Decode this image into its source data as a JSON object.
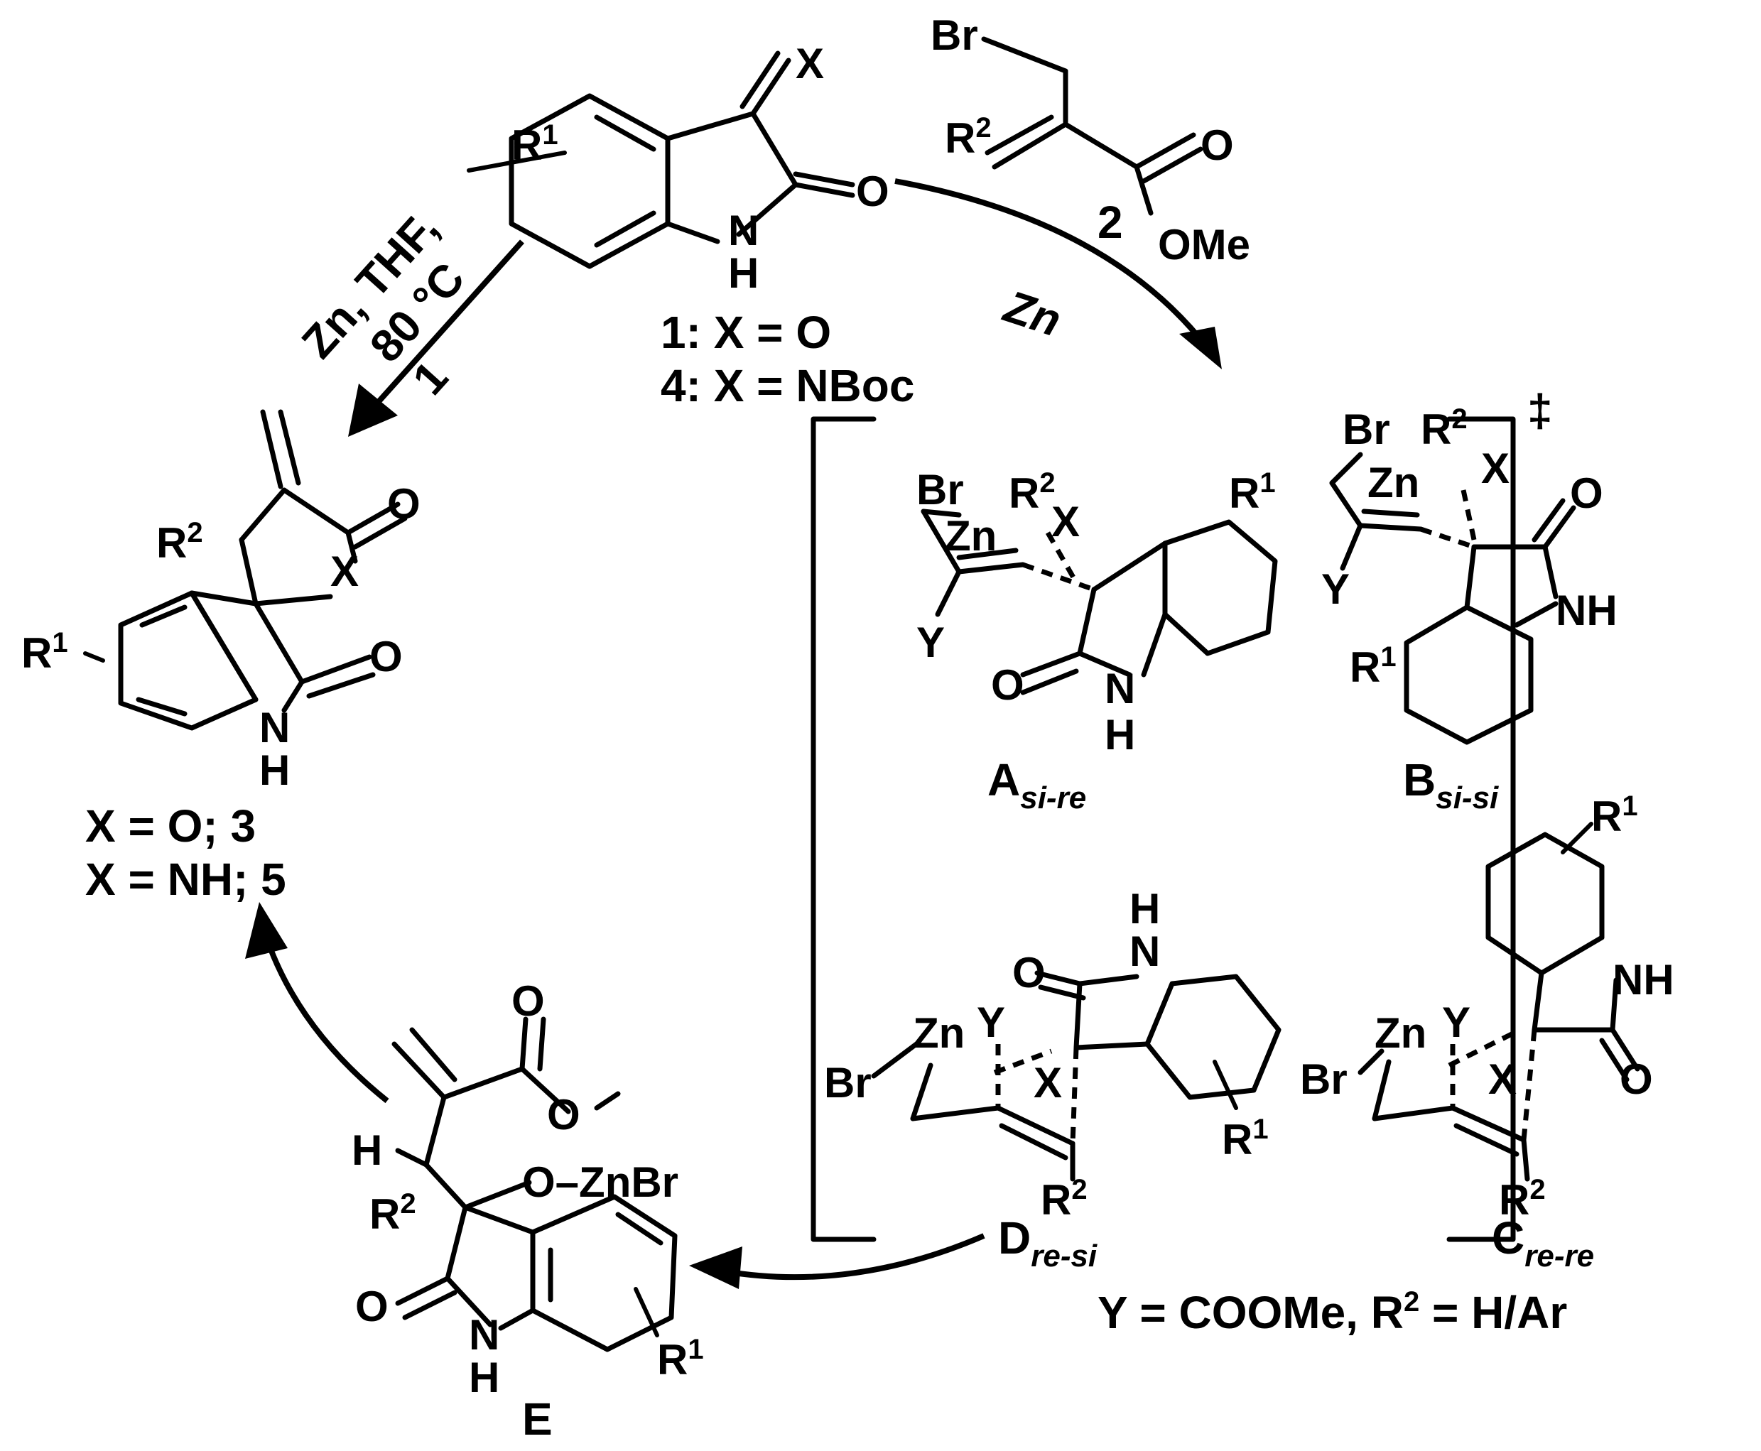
{
  "labels": {
    "top_X": "X",
    "top_R1": "R",
    "top_R1_sup": "1",
    "top_O": "O",
    "top_NH_N": "N",
    "top_NH_H": "H",
    "cmpd1": "1: X = O",
    "cmpd4": "4: X = NBoc",
    "br_top": "Br",
    "r2_top": "R",
    "r2_top_sup": "2",
    "o_top": "O",
    "ome": "OMe",
    "num2": "2",
    "zn_arrow": "Zn",
    "cond1": "Zn, THF,",
    "cond2": "80 °C",
    "cond_num": "1",
    "dagger": "‡",
    "A_Br": "Br",
    "A_Zn": "Zn",
    "A_R": "R",
    "A_R_sup": "2",
    "A_X": "X",
    "A_Y": "Y",
    "A_O": "O",
    "A_N": "N",
    "A_H": "H",
    "A_R1": "R",
    "A_R1_sup": "1",
    "A_lab": "A",
    "A_sub": "si-re",
    "B_Br": "Br",
    "B_Zn": "Zn",
    "B_R": "R",
    "B_R_sup": "2",
    "B_X": "X",
    "B_Y": "Y",
    "B_O": "O",
    "B_NH": "NH",
    "B_R1": "R",
    "B_R1_sup": "1",
    "B_lab": "B",
    "B_sub": "si-si",
    "D_Br": "Br",
    "D_Zn": "Zn",
    "D_Y": "Y",
    "D_X": "X",
    "D_O": "O",
    "D_N": "N",
    "D_H": "H",
    "D_R1": "R",
    "D_R1_sup": "1",
    "D_R2": "R",
    "D_R2_sup": "2",
    "D_lab": "D",
    "D_sub": "re-si",
    "C_Br": "Br",
    "C_Zn": "Zn",
    "C_Y": "Y",
    "C_X": "X",
    "C_O": "O",
    "C_NH": "NH",
    "C_R1": "R",
    "C_R1_sup": "1",
    "C_R2": "R",
    "C_R2_sup": "2",
    "C_lab": "C",
    "C_sub": "re-re",
    "legend": "Y = COOMe, R",
    "legend_sup": "2",
    "legend_end": " = H/Ar",
    "P_O1": "O",
    "P_R2": "R",
    "P_R2_sup": "2",
    "P_X": "X",
    "P_R1": "R",
    "P_R1_sup": "1",
    "P_O2": "O",
    "P_N": "N",
    "P_H": "H",
    "prod3": "X = O;   3",
    "prod5": "X = NH;  5",
    "E_O_est": "O",
    "E_O_me": "O",
    "E_H": "H",
    "E_R2": "R",
    "E_R2_sup": "2",
    "E_OZnBr": "O–ZnBr",
    "E_O": "O",
    "E_N": "N",
    "E_NH_H": "H",
    "E_R1": "R",
    "E_R1_sup": "1",
    "E_lab": "E"
  }
}
